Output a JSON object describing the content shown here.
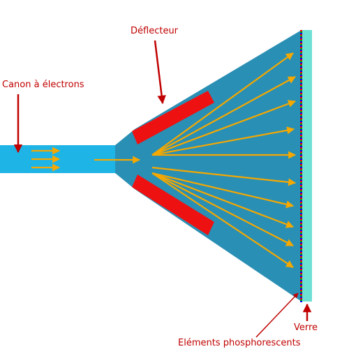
{
  "labels": {
    "deflector": "Déflecteur",
    "gun": "Canon à électrons",
    "glass": "Verre",
    "phosphor": "Eléments phosphorescents"
  },
  "colors": {
    "gun_tube": "#1eb4e6",
    "tube_body": "#2a8fb4",
    "deflector": "#ee1111",
    "beam": "#f5a800",
    "glass": "#6ee0d4",
    "label": "#c00000",
    "phosphor_dots": [
      "#ff0000",
      "#00aa00",
      "#0000ff"
    ]
  }
}
